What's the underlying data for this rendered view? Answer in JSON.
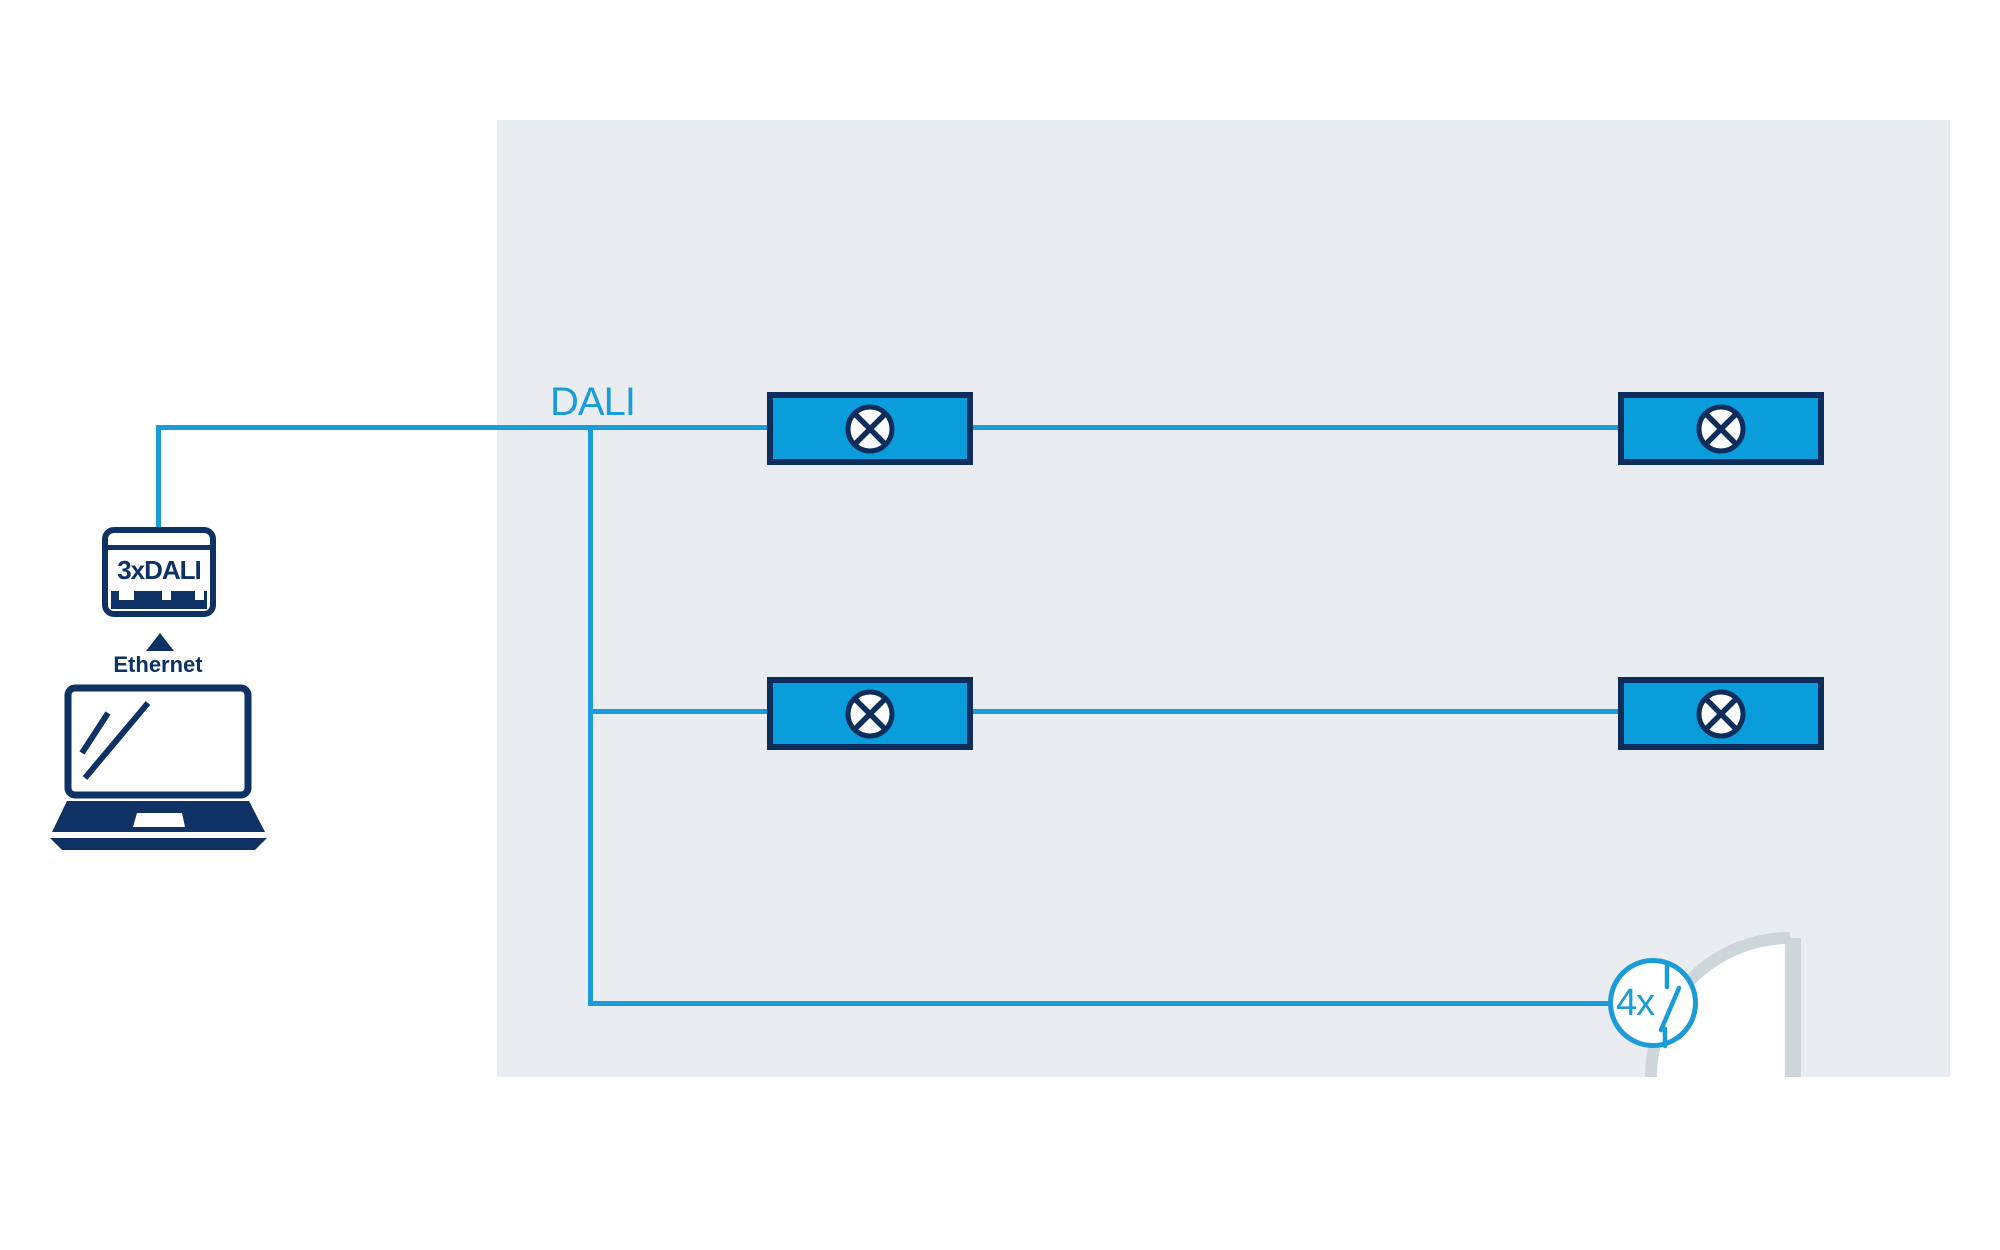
{
  "diagram": {
    "type": "dali-lighting-topology",
    "bus_label": "DALI",
    "gateway": {
      "label": "3xDALI"
    },
    "connection": {
      "label": "Ethernet"
    },
    "switch": {
      "label": "4x"
    },
    "luminaire_count": 4,
    "dali_branches": 3
  },
  "colors": {
    "bus_blue": "#199cd8",
    "luminaire_fill": "#0a9ddb",
    "navy": "#0e3263",
    "room_fill": "#e9edf1",
    "door_gray": "#cdd6db",
    "background": "#ffffff"
  }
}
